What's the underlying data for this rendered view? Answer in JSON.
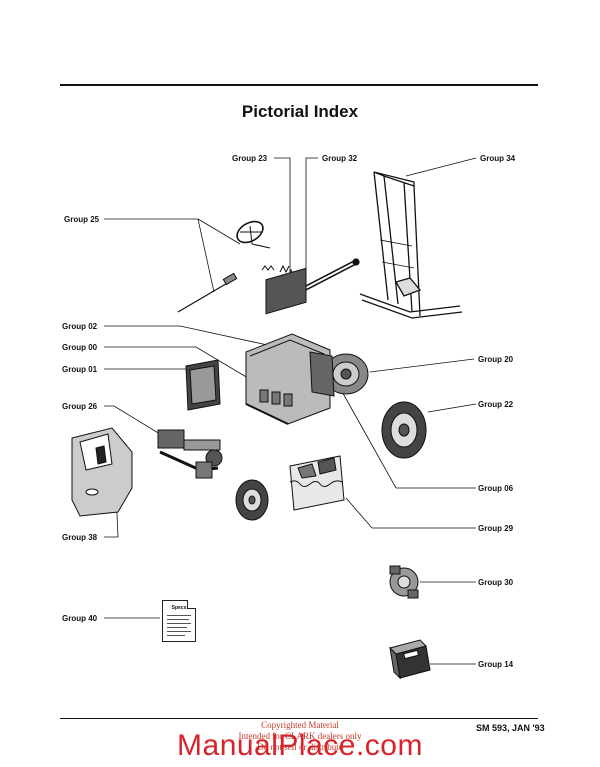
{
  "page": {
    "title": "Pictorial Index",
    "footer_ref": "SM 593, JAN '93",
    "copyright_lines": [
      "Copyrighted Material",
      "Intended for CLARK dealers only",
      "Do not sell or distribute"
    ],
    "watermark": "ManualPlace.com"
  },
  "groups": {
    "g23": "Group 23",
    "g32": "Group 32",
    "g34": "Group 34",
    "g25": "Group 25",
    "g02": "Group 02",
    "g00": "Group 00",
    "g01": "Group 01",
    "g20": "Group 20",
    "g26": "Group 26",
    "g22": "Group 22",
    "g06": "Group 06",
    "g29": "Group 29",
    "g38": "Group 38",
    "g30": "Group 30",
    "g40": "Group 40",
    "g14": "Group 14"
  },
  "specs_doc": {
    "title": "Specs"
  },
  "colors": {
    "ink": "#111111",
    "watermark": "#d8232a",
    "copyright": "#c43a2a"
  },
  "icons": [
    "steering-wheel",
    "springs",
    "hydraulic-cylinder",
    "mast",
    "engine",
    "radiator",
    "axle",
    "tire",
    "drive-axle",
    "counterweight",
    "frame",
    "brake-assembly",
    "battery",
    "specs-document"
  ]
}
